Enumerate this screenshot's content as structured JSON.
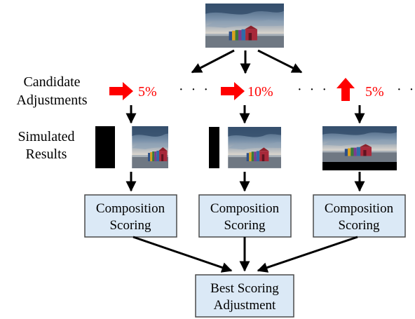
{
  "labels": {
    "candidate_line1": "Candidate",
    "candidate_line2": "Adjustments",
    "simulated_line1": "Simulated",
    "simulated_line2": "Results"
  },
  "adjustments": [
    {
      "direction": "right",
      "value": "5%",
      "dots": "· · ·"
    },
    {
      "direction": "right",
      "value": "10%",
      "dots": "· · ·"
    },
    {
      "direction": "up",
      "value": "5%",
      "dots": "· · ·"
    }
  ],
  "scoring_box": {
    "line1": "Composition",
    "line2": "Scoring"
  },
  "best_box": {
    "line1": "Best Scoring",
    "line2": "Adjustment"
  },
  "colors": {
    "accent": "#ff0000",
    "box_fill": "#dbe9f6",
    "box_stroke": "#4a4a4a",
    "arrow": "#000000"
  }
}
